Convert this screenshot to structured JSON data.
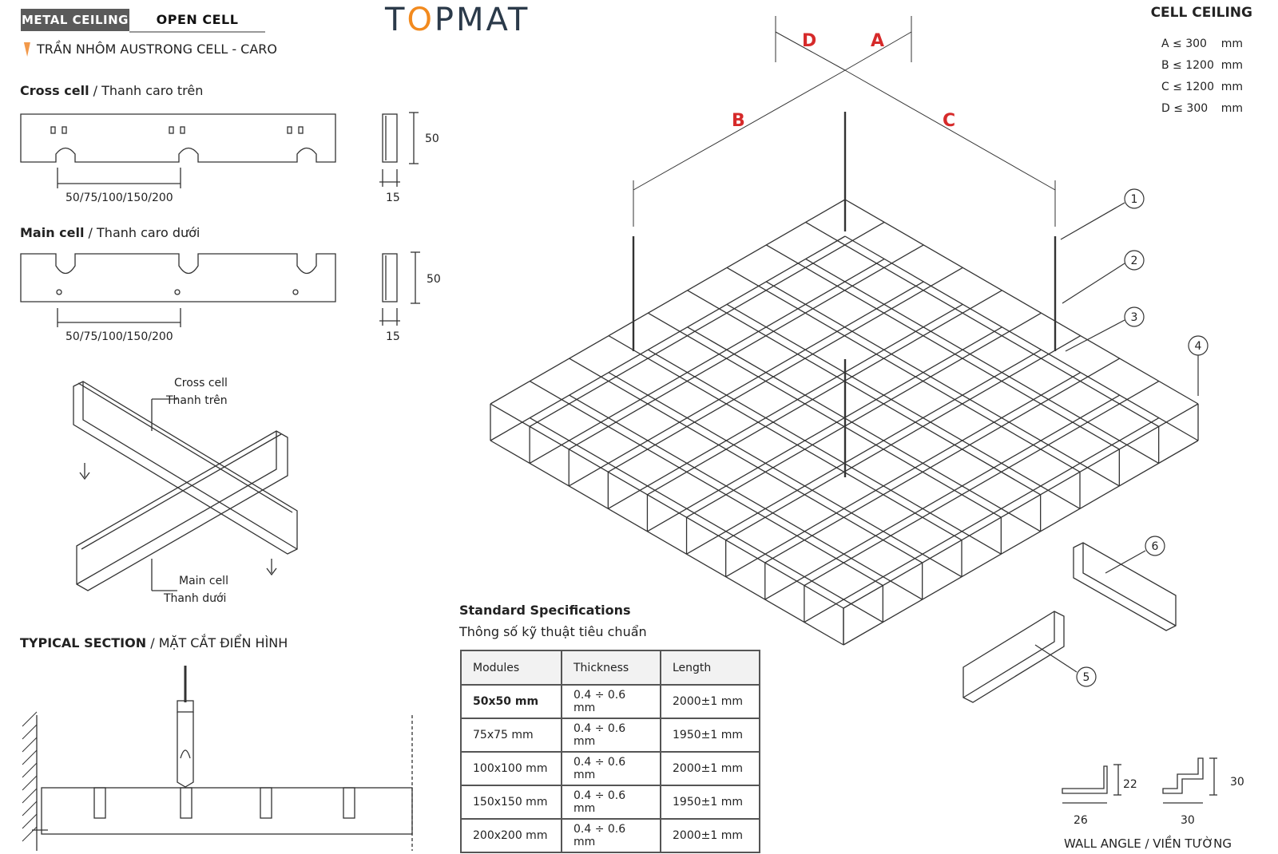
{
  "header": {
    "tab_active": "METAL CEILING",
    "tab_inactive": "OPEN CELL",
    "subtitle": "TRẦN NHÔM AUSTRONG CELL - CARO",
    "logo_prefix": "T",
    "logo_pin": "O",
    "logo_suffix": "PMAT",
    "accent_color": "#f2994a",
    "logo_color": "#2b3a4a"
  },
  "cross_cell": {
    "title_bold": "Cross cell",
    "title_rest": " / Thanh caro trên",
    "spacing_label": "50/75/100/150/200",
    "height_label": "50",
    "width_label": "15"
  },
  "main_cell": {
    "title_bold": "Main cell",
    "title_rest": " / Thanh caro dưới",
    "spacing_label": "50/75/100/150/200",
    "height_label": "50",
    "width_label": "15"
  },
  "assembly": {
    "cross_label_1": "Cross cell",
    "cross_label_2": "Thanh trên",
    "main_label_1": "Main cell",
    "main_label_2": "Thanh dưới"
  },
  "typical_section": {
    "title_bold": "TYPICAL SECTION",
    "title_rest": " / MẶT CẮT ĐIỂN HÌNH"
  },
  "cell_ceiling": {
    "title": "CELL CEILING",
    "dims": [
      {
        "label": "A ≤ 300",
        "unit": "mm"
      },
      {
        "label": "B ≤ 1200",
        "unit": "mm"
      },
      {
        "label": "C ≤ 1200",
        "unit": "mm"
      },
      {
        "label": "D ≤ 300",
        "unit": "mm"
      }
    ],
    "dim_letters": [
      "A",
      "B",
      "C",
      "D"
    ],
    "dim_color": "#d62a2a",
    "callouts": [
      "1",
      "2",
      "3",
      "4",
      "5",
      "6"
    ]
  },
  "specs": {
    "title": "Standard Specifications",
    "subtitle": "Thông số kỹ thuật tiêu chuẩn",
    "headers": [
      "Modules",
      "Thickness",
      "Length"
    ],
    "rows": [
      [
        "50x50 mm",
        "0.4 ÷ 0.6 mm",
        "2000±1 mm"
      ],
      [
        "75x75 mm",
        "0.4 ÷ 0.6 mm",
        "1950±1 mm"
      ],
      [
        "100x100 mm",
        "0.4 ÷ 0.6 mm",
        "2000±1 mm"
      ],
      [
        "150x150 mm",
        "0.4 ÷ 0.6 mm",
        "1950±1 mm"
      ],
      [
        "200x200 mm",
        "0.4 ÷ 0.6 mm",
        "2000±1 mm"
      ]
    ]
  },
  "wall_angle": {
    "title": "WALL ANGLE / VIỀN TƯỜNG",
    "a_height": "22",
    "a_width": "26",
    "b_height": "30",
    "b_width": "30"
  }
}
